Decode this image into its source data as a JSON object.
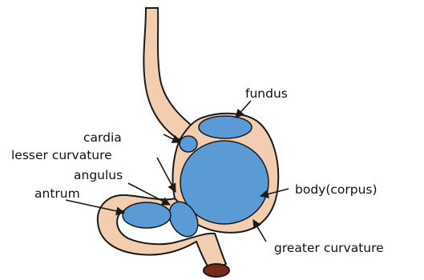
{
  "labels": {
    "fundus": "fundus",
    "cardia": "cardia",
    "lesser_curvature": "lesser curvature",
    "angulus": "angulus",
    "antrum": "antrum",
    "body": "body(corpus)",
    "greater_curvature": "greater curvature"
  },
  "colors": {
    "organ_fill": "#f2cdb0",
    "outline": "#1a1a1a",
    "region_fill": "#5b9bd5",
    "lumen": "#7a2a1a"
  }
}
